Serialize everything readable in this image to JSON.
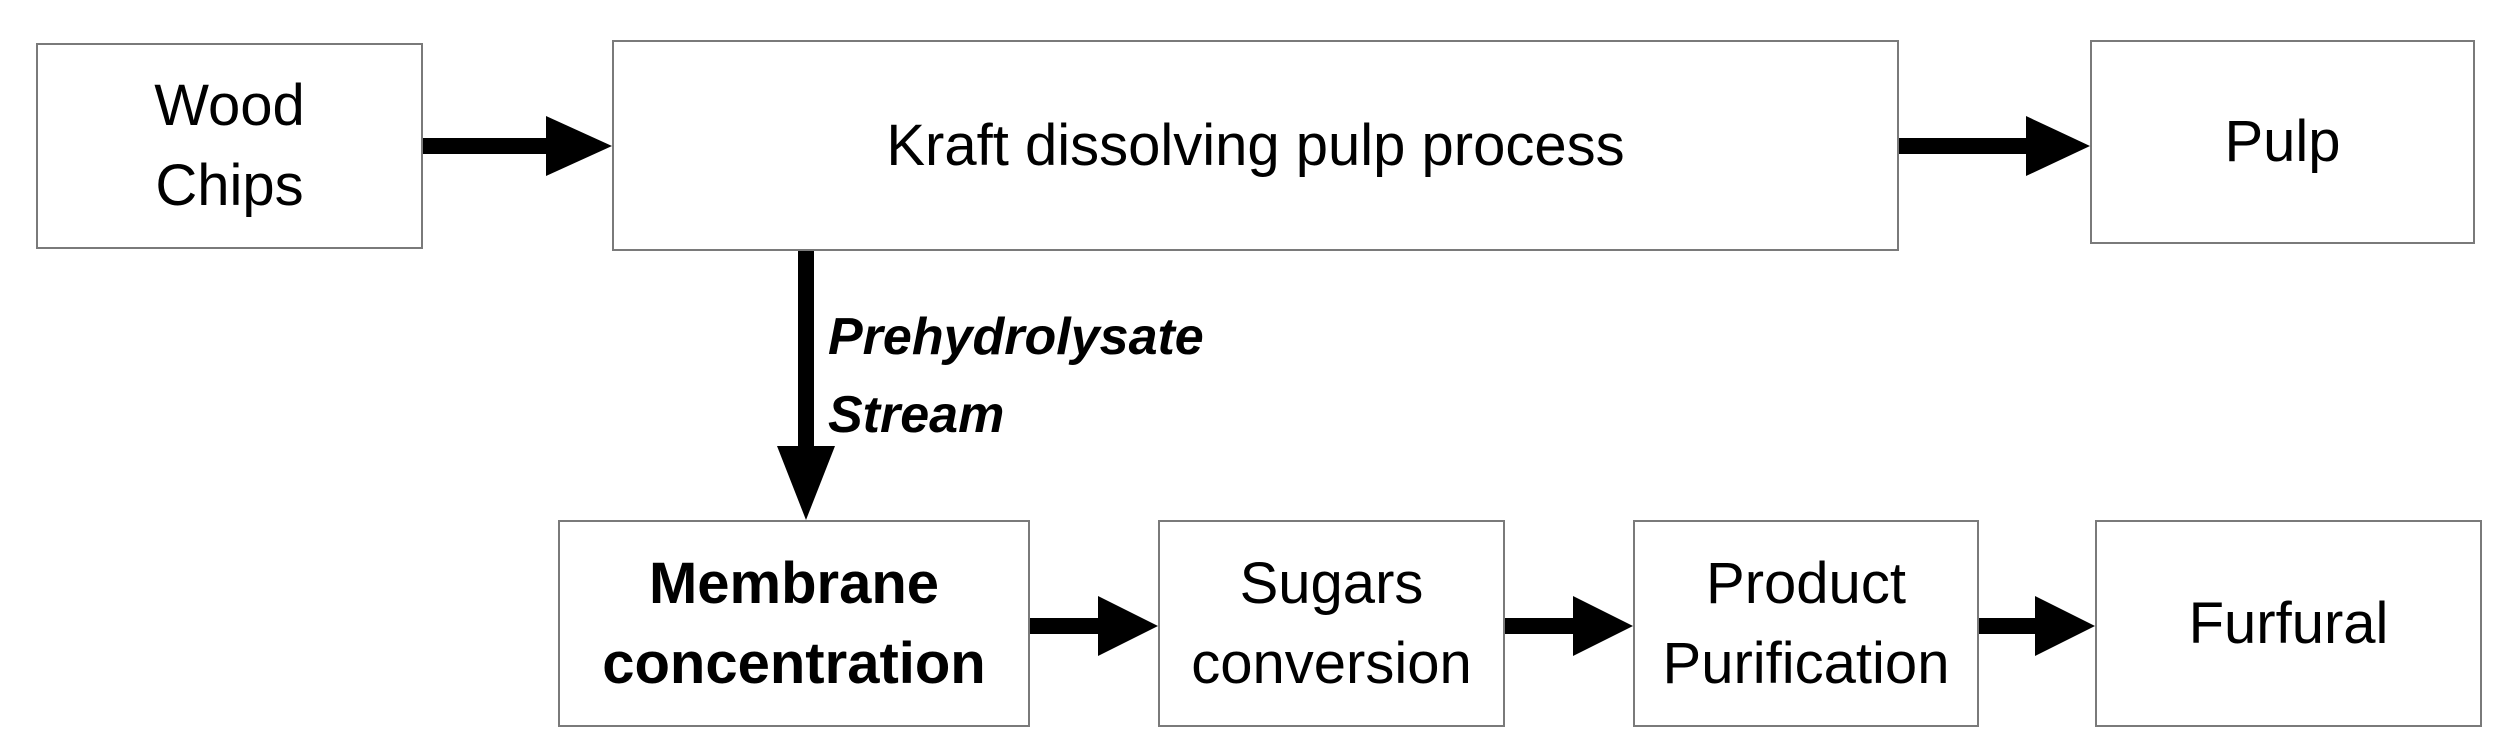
{
  "diagram": {
    "nodes": {
      "wood_chips": {
        "line1": "Wood",
        "line2": "Chips"
      },
      "kraft_process": {
        "label": "Kraft dissolving pulp process"
      },
      "pulp": {
        "label": "Pulp"
      },
      "membrane": {
        "line1": "Membrane",
        "line2": "concentration"
      },
      "sugars": {
        "line1": "Sugars",
        "line2": "conversion"
      },
      "product": {
        "line1": "Product",
        "line2": "Purification"
      },
      "furfural": {
        "label": "Furfural"
      }
    },
    "edges": [
      {
        "from": "Wood Chips",
        "to": "Kraft dissolving pulp process"
      },
      {
        "from": "Kraft dissolving pulp process",
        "to": "Pulp"
      },
      {
        "from": "Kraft dissolving pulp process",
        "to": "Membrane concentration",
        "label": "Prehydrolysate Stream"
      },
      {
        "from": "Membrane concentration",
        "to": "Sugars conversion"
      },
      {
        "from": "Sugars conversion",
        "to": "Product Purification"
      },
      {
        "from": "Product Purification",
        "to": "Furfural"
      }
    ],
    "stream_label": {
      "line1": "Prehydrolysate",
      "line2": "Stream"
    },
    "colors": {
      "arrow": "#000000",
      "box_border": "#7a7a7a",
      "text": "#000000"
    }
  }
}
